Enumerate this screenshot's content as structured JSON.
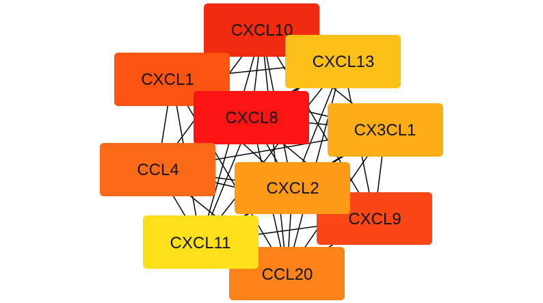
{
  "nodes": [
    {
      "id": "CXCL10",
      "label": "CXCL10",
      "color": "#f02b10"
    },
    {
      "id": "CXCL13",
      "label": "CXCL13",
      "color": "#fdc018"
    },
    {
      "id": "CXCL1",
      "label": "CXCL1",
      "color": "#fb5411"
    },
    {
      "id": "CXCL8",
      "label": "CXCL8",
      "color": "#fa1414"
    },
    {
      "id": "CX3CL1",
      "label": "CX3CL1",
      "color": "#fdad15"
    },
    {
      "id": "CCL4",
      "label": "CCL4",
      "color": "#fb6a16"
    },
    {
      "id": "CXCL2",
      "label": "CXCL2",
      "color": "#fd9a18"
    },
    {
      "id": "CXCL9",
      "label": "CXCL9",
      "color": "#fb4617"
    },
    {
      "id": "CXCL11",
      "label": "CXCL11",
      "color": "#fde01a"
    },
    {
      "id": "CCL20",
      "label": "CCL20",
      "color": "#fd8218"
    }
  ],
  "edges": [
    [
      "CXCL10",
      "CXCL13"
    ],
    [
      "CXCL10",
      "CXCL1"
    ],
    [
      "CXCL10",
      "CXCL8"
    ],
    [
      "CXCL10",
      "CX3CL1"
    ],
    [
      "CXCL10",
      "CCL4"
    ],
    [
      "CXCL10",
      "CXCL2"
    ],
    [
      "CXCL10",
      "CXCL9"
    ],
    [
      "CXCL10",
      "CXCL11"
    ],
    [
      "CXCL10",
      "CCL20"
    ],
    [
      "CXCL13",
      "CXCL1"
    ],
    [
      "CXCL13",
      "CXCL8"
    ],
    [
      "CXCL13",
      "CCL4"
    ],
    [
      "CXCL13",
      "CXCL2"
    ],
    [
      "CXCL13",
      "CXCL9"
    ],
    [
      "CXCL13",
      "CXCL11"
    ],
    [
      "CXCL13",
      "CCL20"
    ],
    [
      "CXCL1",
      "CXCL8"
    ],
    [
      "CXCL1",
      "CCL4"
    ],
    [
      "CXCL1",
      "CXCL2"
    ],
    [
      "CXCL1",
      "CXCL11"
    ],
    [
      "CXCL1",
      "CCL20"
    ],
    [
      "CXCL1",
      "CX3CL1"
    ],
    [
      "CXCL8",
      "CX3CL1"
    ],
    [
      "CXCL8",
      "CCL4"
    ],
    [
      "CXCL8",
      "CXCL2"
    ],
    [
      "CXCL8",
      "CXCL9"
    ],
    [
      "CXCL8",
      "CXCL11"
    ],
    [
      "CXCL8",
      "CCL20"
    ],
    [
      "CX3CL1",
      "CXCL2"
    ],
    [
      "CX3CL1",
      "CXCL9"
    ],
    [
      "CX3CL1",
      "CCL4"
    ],
    [
      "CX3CL1",
      "CCL20"
    ],
    [
      "CX3CL1",
      "CXCL11"
    ],
    [
      "CCL4",
      "CXCL2"
    ],
    [
      "CCL4",
      "CXCL9"
    ],
    [
      "CCL4",
      "CXCL11"
    ],
    [
      "CCL4",
      "CCL20"
    ],
    [
      "CXCL2",
      "CXCL9"
    ],
    [
      "CXCL2",
      "CXCL11"
    ],
    [
      "CXCL2",
      "CCL20"
    ],
    [
      "CXCL9",
      "CXCL11"
    ],
    [
      "CXCL9",
      "CCL20"
    ],
    [
      "CXCL11",
      "CCL20"
    ]
  ]
}
